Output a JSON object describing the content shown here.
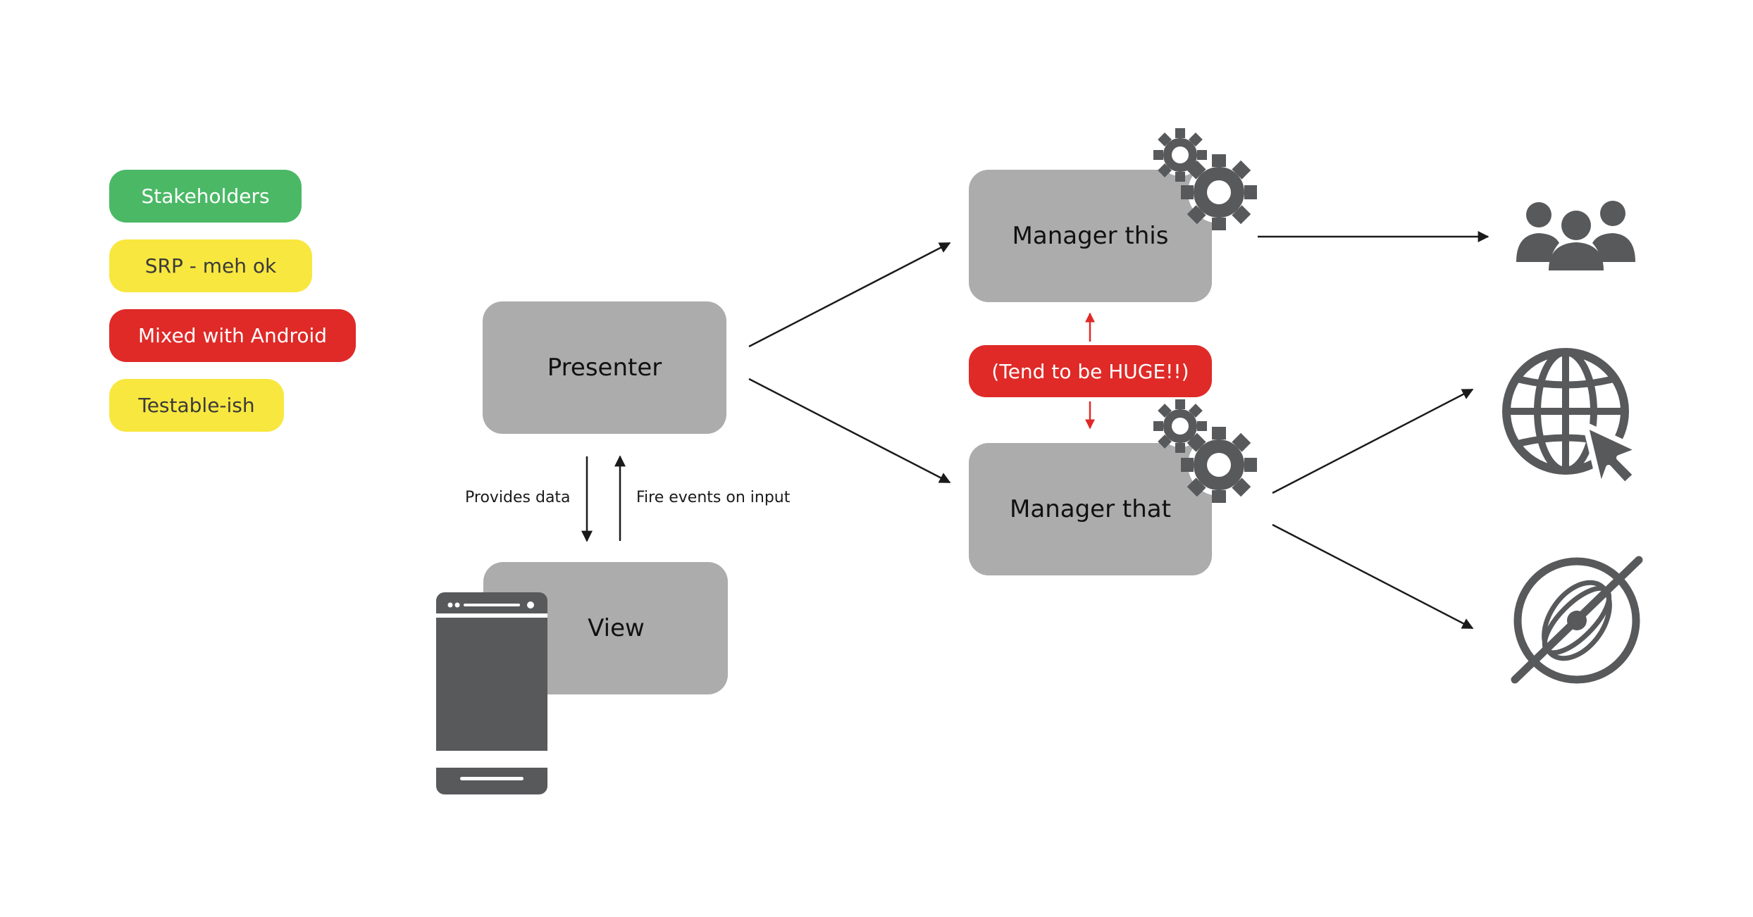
{
  "legend": {
    "items": [
      {
        "label": "Stakeholders",
        "color": "#4bb866"
      },
      {
        "label": "SRP - meh ok",
        "color": "#f8e73f"
      },
      {
        "label": "Mixed with Android",
        "color": "#df2a28"
      },
      {
        "label": "Testable-ish",
        "color": "#f8e73f"
      }
    ]
  },
  "nodes": {
    "presenter": "Presenter",
    "view": "View",
    "manager_this": "Manager this",
    "manager_that": "Manager that"
  },
  "edges": {
    "provides_data": "Provides data",
    "fire_events": "Fire events on input"
  },
  "annotation": "(Tend to be HUGE!!)",
  "icons": [
    "phone-icon",
    "gears-icon",
    "users-icon",
    "web-globe-icon",
    "no-internet-icon"
  ],
  "colors": {
    "box": "#acacad",
    "icon": "#58595b",
    "arrow": "#1a1a1a",
    "red": "#df2a28",
    "green": "#4bb866",
    "yellow": "#f8e73f"
  }
}
